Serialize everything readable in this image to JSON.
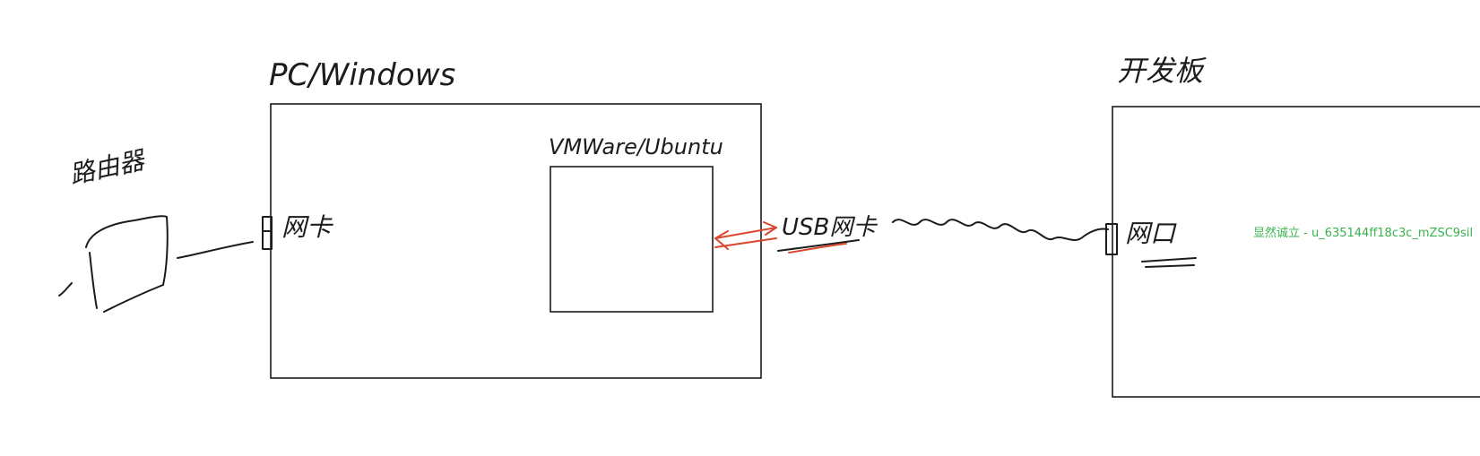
{
  "labels": {
    "pc_title": "PC/Windows",
    "vm_title": "VMWare/Ubuntu",
    "board_title": "开发板",
    "router_title": "路由器",
    "nic_label": "网卡",
    "usb_nic_label": "USB网卡",
    "board_port_label": "网口"
  },
  "watermark": {
    "text": "显然诚立 - u_635144ff18c3c_mZSC9sil"
  },
  "colors": {
    "ink": "#1c1c1c",
    "accent_red": "#d9482e",
    "watermark_green": "#37b24d"
  }
}
